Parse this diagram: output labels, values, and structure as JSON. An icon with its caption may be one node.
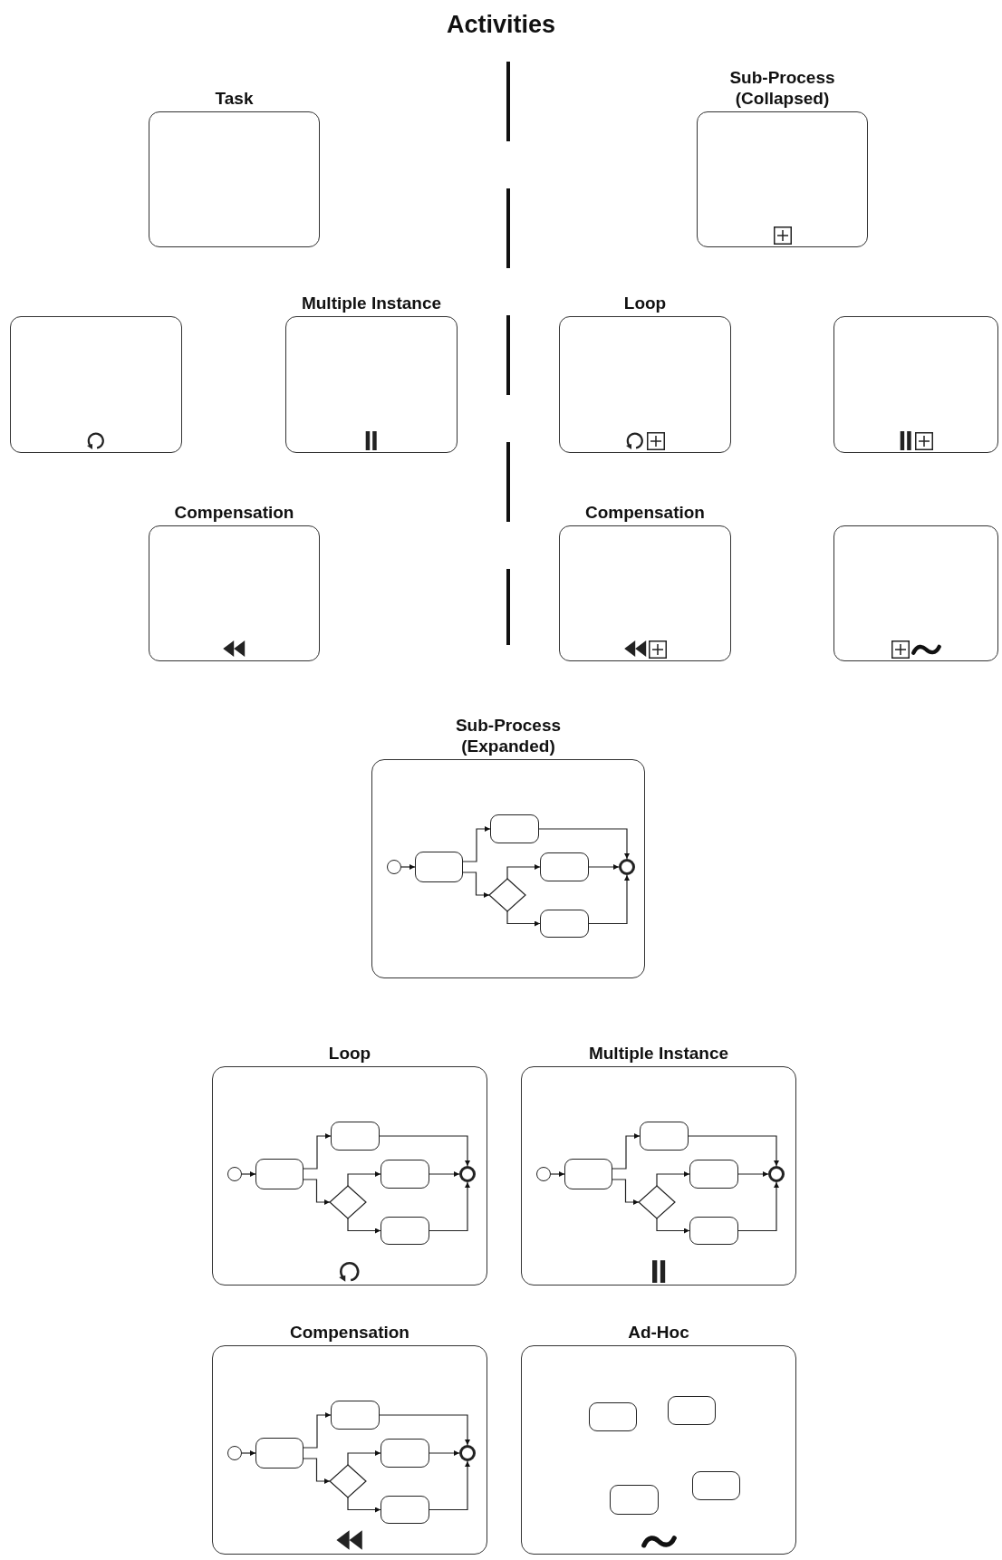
{
  "diagram": {
    "title": "Activities",
    "nodes": [
      {
        "text": [
          "Task"
        ]
      },
      {
        "text": [
          "Sub-Process (Collapsed)"
        ]
      },
      {
        "text": [],
        "shape": "box"
      },
      {
        "text": [
          "Multiple Instance"
        ]
      },
      {
        "text": [
          "Loop"
        ]
      },
      {
        "text": [],
        "shape": "box"
      },
      {
        "text": [
          "Compensation"
        ]
      },
      {
        "text": [
          "Compensation"
        ]
      },
      {
        "text": [],
        "shape": "box"
      },
      {
        "text": [
          "Sub-Process (Expanded)"
        ]
      },
      {
        "text": [],
        "shape": "circle",
        "in": 9
      },
      {
        "text": [],
        "shape": "box",
        "in": 9
      },
      {
        "text": [],
        "shape": "box",
        "in": 9
      },
      {
        "text": [],
        "shape": "diamond",
        "in": 9
      },
      {
        "text": [],
        "shape": "box",
        "in": 9
      },
      {
        "text": [],
        "shape": "box",
        "in": 9
      },
      {
        "text": [],
        "shape": "circle",
        "in": 9
      },
      {
        "text": [
          "Loop"
        ]
      },
      {
        "text": [],
        "shape": "circle",
        "in": 17
      },
      {
        "text": [],
        "shape": "box",
        "in": 17
      },
      {
        "text": [],
        "shape": "box",
        "in": 17
      },
      {
        "text": [],
        "shape": "diamond",
        "in": 17
      },
      {
        "text": [],
        "shape": "box",
        "in": 17
      },
      {
        "text": [],
        "shape": "box",
        "in": 17
      },
      {
        "text": [],
        "shape": "circle",
        "in": 17
      },
      {
        "text": [
          "Multiple Instance"
        ]
      },
      {
        "text": [],
        "shape": "circle",
        "in": 25
      },
      {
        "text": [],
        "shape": "box",
        "in": 25
      },
      {
        "text": [],
        "shape": "box",
        "in": 25
      },
      {
        "text": [],
        "shape": "diamond",
        "in": 25
      },
      {
        "text": [],
        "shape": "box",
        "in": 25
      },
      {
        "text": [],
        "shape": "box",
        "in": 25
      },
      {
        "text": [],
        "shape": "circle",
        "in": 25
      },
      {
        "text": [
          "Compensation"
        ]
      },
      {
        "text": [],
        "shape": "circle",
        "in": 33
      },
      {
        "text": [],
        "shape": "box",
        "in": 33
      },
      {
        "text": [],
        "shape": "box",
        "in": 33
      },
      {
        "text": [],
        "shape": "diamond",
        "in": 33
      },
      {
        "text": [],
        "shape": "box",
        "in": 33
      },
      {
        "text": [],
        "shape": "box",
        "in": 33
      },
      {
        "text": [],
        "shape": "circle",
        "in": 33
      },
      {
        "text": [
          "Ad-Hoc"
        ]
      },
      {
        "text": [],
        "shape": "box",
        "in": 41
      },
      {
        "text": [],
        "shape": "box",
        "in": 41
      },
      {
        "text": [],
        "shape": "box",
        "in": 41
      },
      {
        "text": [],
        "shape": "box",
        "in": 41
      }
    ],
    "edges": [
      {
        "from": 10,
        "to": 11,
        "arrow": "to"
      },
      {
        "from": 11,
        "to": 12,
        "arrow": "to"
      },
      {
        "from": 11,
        "to": 13,
        "arrow": "to"
      },
      {
        "from": 13,
        "to": 14,
        "arrow": "to"
      },
      {
        "from": 13,
        "to": 15,
        "arrow": "to"
      },
      {
        "from": 12,
        "to": 16,
        "arrow": "to"
      },
      {
        "from": 14,
        "to": 16,
        "arrow": "to"
      },
      {
        "from": 15,
        "to": 16,
        "arrow": "to"
      },
      {
        "from": 18,
        "to": 19,
        "arrow": "to"
      },
      {
        "from": 19,
        "to": 20,
        "arrow": "to"
      },
      {
        "from": 19,
        "to": 21,
        "arrow": "to"
      },
      {
        "from": 21,
        "to": 22,
        "arrow": "to"
      },
      {
        "from": 21,
        "to": 23,
        "arrow": "to"
      },
      {
        "from": 20,
        "to": 24,
        "arrow": "to"
      },
      {
        "from": 22,
        "to": 24,
        "arrow": "to"
      },
      {
        "from": 23,
        "to": 24,
        "arrow": "to"
      },
      {
        "from": 26,
        "to": 27,
        "arrow": "to"
      },
      {
        "from": 27,
        "to": 28,
        "arrow": "to"
      },
      {
        "from": 27,
        "to": 29,
        "arrow": "to"
      },
      {
        "from": 29,
        "to": 30,
        "arrow": "to"
      },
      {
        "from": 29,
        "to": 31,
        "arrow": "to"
      },
      {
        "from": 28,
        "to": 32,
        "arrow": "to"
      },
      {
        "from": 30,
        "to": 32,
        "arrow": "to"
      },
      {
        "from": 31,
        "to": 32,
        "arrow": "to"
      },
      {
        "from": 34,
        "to": 35,
        "arrow": "to"
      },
      {
        "from": 35,
        "to": 36,
        "arrow": "to"
      },
      {
        "from": 35,
        "to": 37,
        "arrow": "to"
      },
      {
        "from": 37,
        "to": 38,
        "arrow": "to"
      },
      {
        "from": 37,
        "to": 39,
        "arrow": "to"
      },
      {
        "from": 36,
        "to": 40,
        "arrow": "to"
      },
      {
        "from": 38,
        "to": 40,
        "arrow": "to"
      },
      {
        "from": 39,
        "to": 40,
        "arrow": "to"
      }
    ]
  }
}
